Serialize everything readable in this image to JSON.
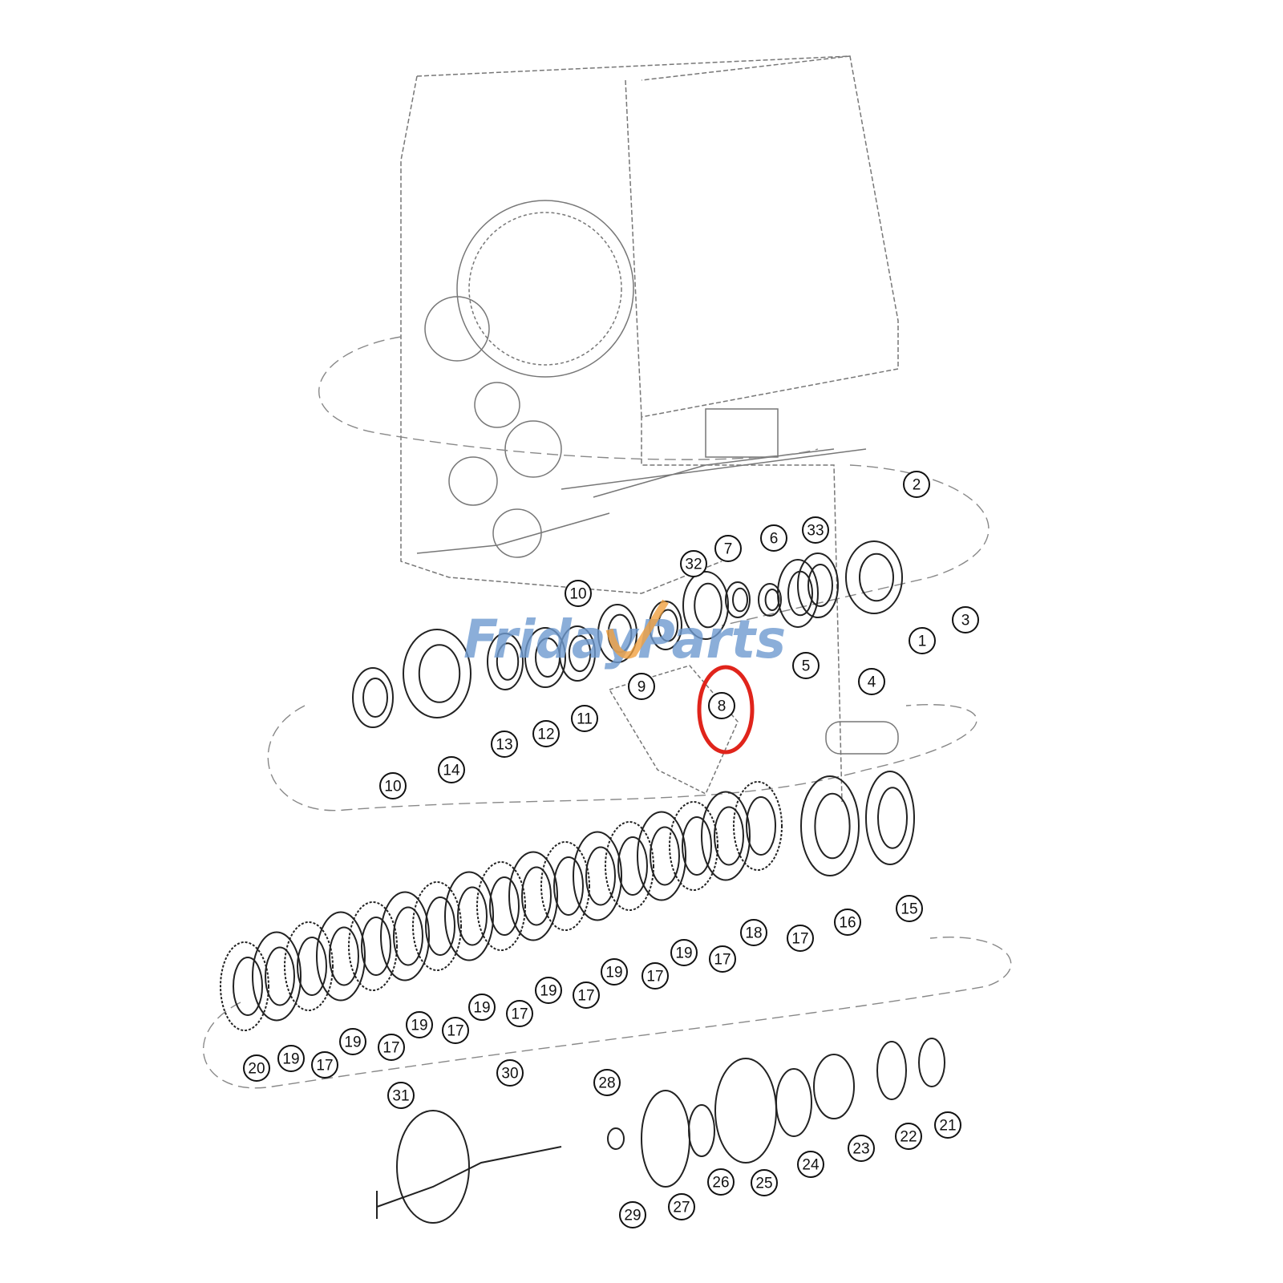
{
  "diagram": {
    "watermark": "FridayParts",
    "highlight_color": "#e0241b",
    "highlighted_part": "8",
    "callouts": [
      "2",
      "33",
      "6",
      "7",
      "32",
      "10",
      "3",
      "1",
      "5",
      "4",
      "9",
      "8",
      "11",
      "12",
      "13",
      "14",
      "10",
      "16",
      "15",
      "17",
      "18",
      "17",
      "19",
      "17",
      "19",
      "17",
      "19",
      "17",
      "19",
      "17",
      "19",
      "17",
      "19",
      "17",
      "19",
      "20",
      "30",
      "31",
      "28",
      "21",
      "22",
      "23",
      "24",
      "25",
      "26",
      "27",
      "29"
    ]
  }
}
